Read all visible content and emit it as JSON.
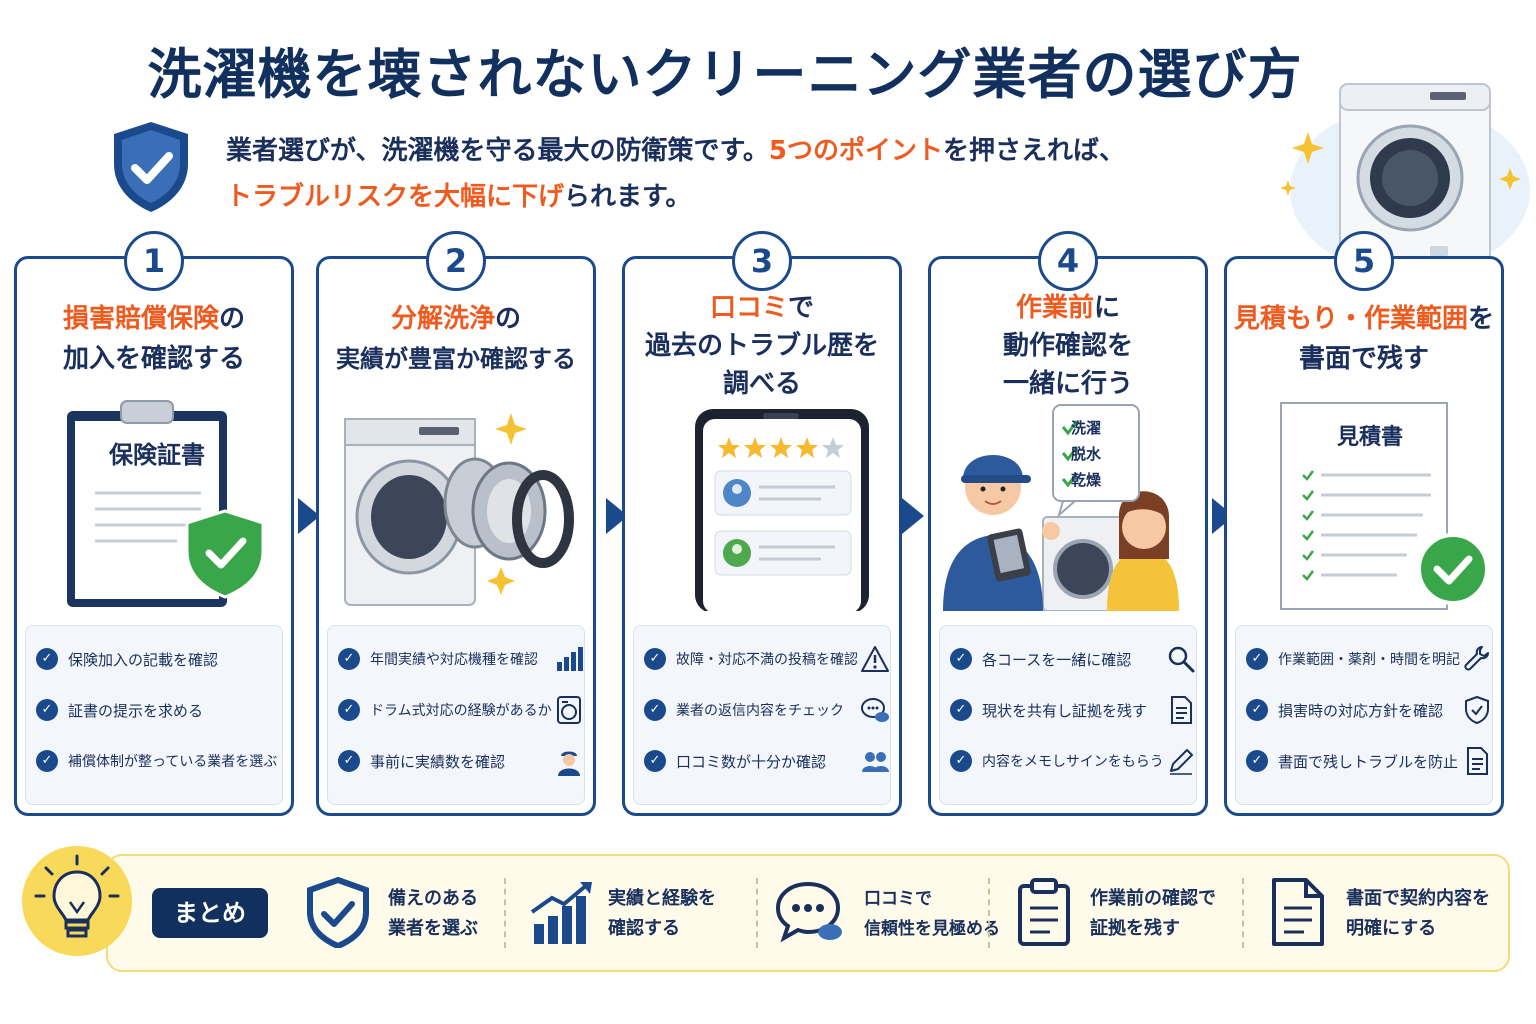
{
  "title": "洗濯機を壊されないクリーニング業者の選び方",
  "intro": {
    "l1a": "業者選びが、洗濯機を守る最大の防衛策です。",
    "l1b": "5つのポイント",
    "l1c": "を押さえれば、",
    "l2a": "トラブルリスクを大幅に下げ",
    "l2b": "られます。"
  },
  "colors": {
    "navy": "#12305e",
    "blue": "#1b4a8c",
    "accent": "#ef5a1f",
    "green": "#3aa64a",
    "yellow": "#f8d95a"
  },
  "cards": [
    {
      "num": "1",
      "head": {
        "o1": "損害賠償保険",
        "t1": "の",
        "t2": "加入を確認する"
      },
      "doc_label": "保険証書",
      "items": [
        {
          "text": "保険加入の記載を確認"
        },
        {
          "text": "証書の提示を求める"
        },
        {
          "text": "補償体制が整っている業者を選ぶ"
        }
      ]
    },
    {
      "num": "2",
      "head": {
        "o1": "分解洗浄",
        "t1": "の",
        "t2": "実績が豊富か確認する"
      },
      "items": [
        {
          "text": "年間実績や対応機種を確認",
          "icon": "bar-chart-icon"
        },
        {
          "text": "ドラム式対応の経験があるか",
          "icon": "washer-icon"
        },
        {
          "text": "事前に実績数を確認",
          "icon": "worker-icon"
        }
      ]
    },
    {
      "num": "3",
      "head": {
        "o1": "口コミ",
        "t1": "で",
        "t2": "過去のトラブル歴を",
        "t3": "調べる"
      },
      "items": [
        {
          "text": "故障・対応不満の投稿を確認",
          "icon": "warning-icon"
        },
        {
          "text": "業者の返信内容をチェック",
          "icon": "chat-icon"
        },
        {
          "text": "口コミ数が十分か確認",
          "icon": "users-icon"
        }
      ]
    },
    {
      "num": "4",
      "head": {
        "o1": "作業前",
        "t1": "に",
        "t2": "動作確認を",
        "t3": "一緒に行う"
      },
      "bubble": [
        "洗濯",
        "脱水",
        "乾燥"
      ],
      "items": [
        {
          "text": "各コースを一緒に確認",
          "icon": "search-icon"
        },
        {
          "text": "現状を共有し証拠を残す",
          "icon": "document-icon"
        },
        {
          "text": "内容をメモしサインをもらう",
          "icon": "pen-icon"
        }
      ]
    },
    {
      "num": "5",
      "head": {
        "o1": "見積もり・作業範囲",
        "t1": "を",
        "t2": "書面で残す"
      },
      "doc_label": "見積書",
      "items": [
        {
          "text": "作業範囲・薬剤・時間を明記",
          "icon": "wrench-icon"
        },
        {
          "text": "損害時の対応方針を確認",
          "icon": "shield-icon"
        },
        {
          "text": "書面で残しトラブルを防止",
          "icon": "document-icon"
        }
      ]
    }
  ],
  "summary": {
    "label": "まとめ",
    "items": [
      {
        "l1": "備えのある",
        "l2": "業者を選ぶ"
      },
      {
        "l1": "実績と経験を",
        "l2": "確認する"
      },
      {
        "l1": "口コミで",
        "l2": "信頼性を見極める"
      },
      {
        "l1": "作業前の確認で",
        "l2": "証拠を残す"
      },
      {
        "l1": "書面で契約内容を",
        "l2": "明確にする"
      }
    ]
  }
}
